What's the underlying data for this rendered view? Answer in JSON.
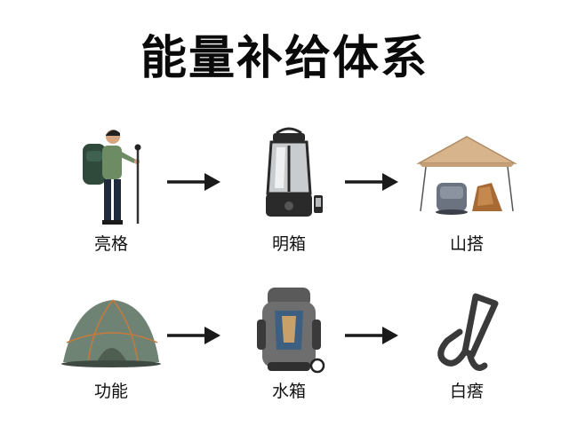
{
  "title": "能量补给体系",
  "nodes": [
    {
      "label": "亮格",
      "icon": "hiker-icon"
    },
    {
      "label": "明箱",
      "icon": "lantern-icon"
    },
    {
      "label": "山搭",
      "icon": "canopy-tent-icon"
    },
    {
      "label": "功能",
      "icon": "dome-tent-icon"
    },
    {
      "label": "水箱",
      "icon": "backpack-icon"
    },
    {
      "label": "白瘩",
      "icon": "carabiner-icon"
    }
  ],
  "arrows": [
    {
      "from": 0,
      "to": 1,
      "icon": "right-arrow-icon"
    },
    {
      "from": 1,
      "to": 2,
      "icon": "right-arrow-icon"
    },
    {
      "from": 3,
      "to": 4,
      "icon": "right-arrow-icon"
    },
    {
      "from": 4,
      "to": 5,
      "icon": "right-arrow-icon"
    }
  ],
  "colors": {
    "text": "#111111",
    "arrow": "#1a1a1a",
    "tent_green": "#6f8374",
    "canopy_tan": "#d8b48c",
    "lantern_dark": "#2a2a2a",
    "pack_grey": "#6e6e6e",
    "pack_blue": "#3d5f82"
  }
}
